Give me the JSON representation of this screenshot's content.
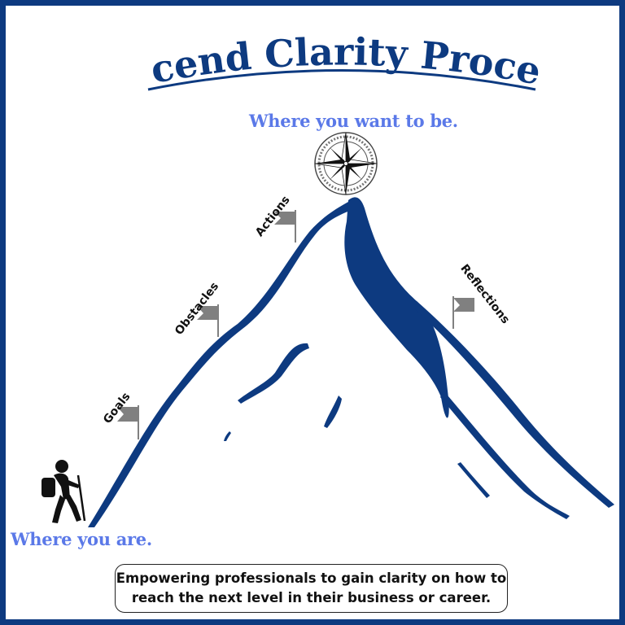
{
  "title": "Ascend Clarity Process",
  "destination_label": "Where you want to be.",
  "start_label": "Where you are.",
  "stages": [
    {
      "label": "Goals"
    },
    {
      "label": "Obstacles"
    },
    {
      "label": "Actions"
    },
    {
      "label": "Reflections"
    }
  ],
  "tagline": {
    "line1": "Empowering professionals to gain clarity on how to",
    "line2": "reach the next level in their business or career."
  },
  "icons": {
    "summit": "compass-rose-icon",
    "start": "hiker-icon",
    "markers": "flag-icon"
  },
  "colors": {
    "primary": "#0d3a80",
    "accent": "#5b79e8",
    "flag": "#808080",
    "text": "#111111"
  }
}
